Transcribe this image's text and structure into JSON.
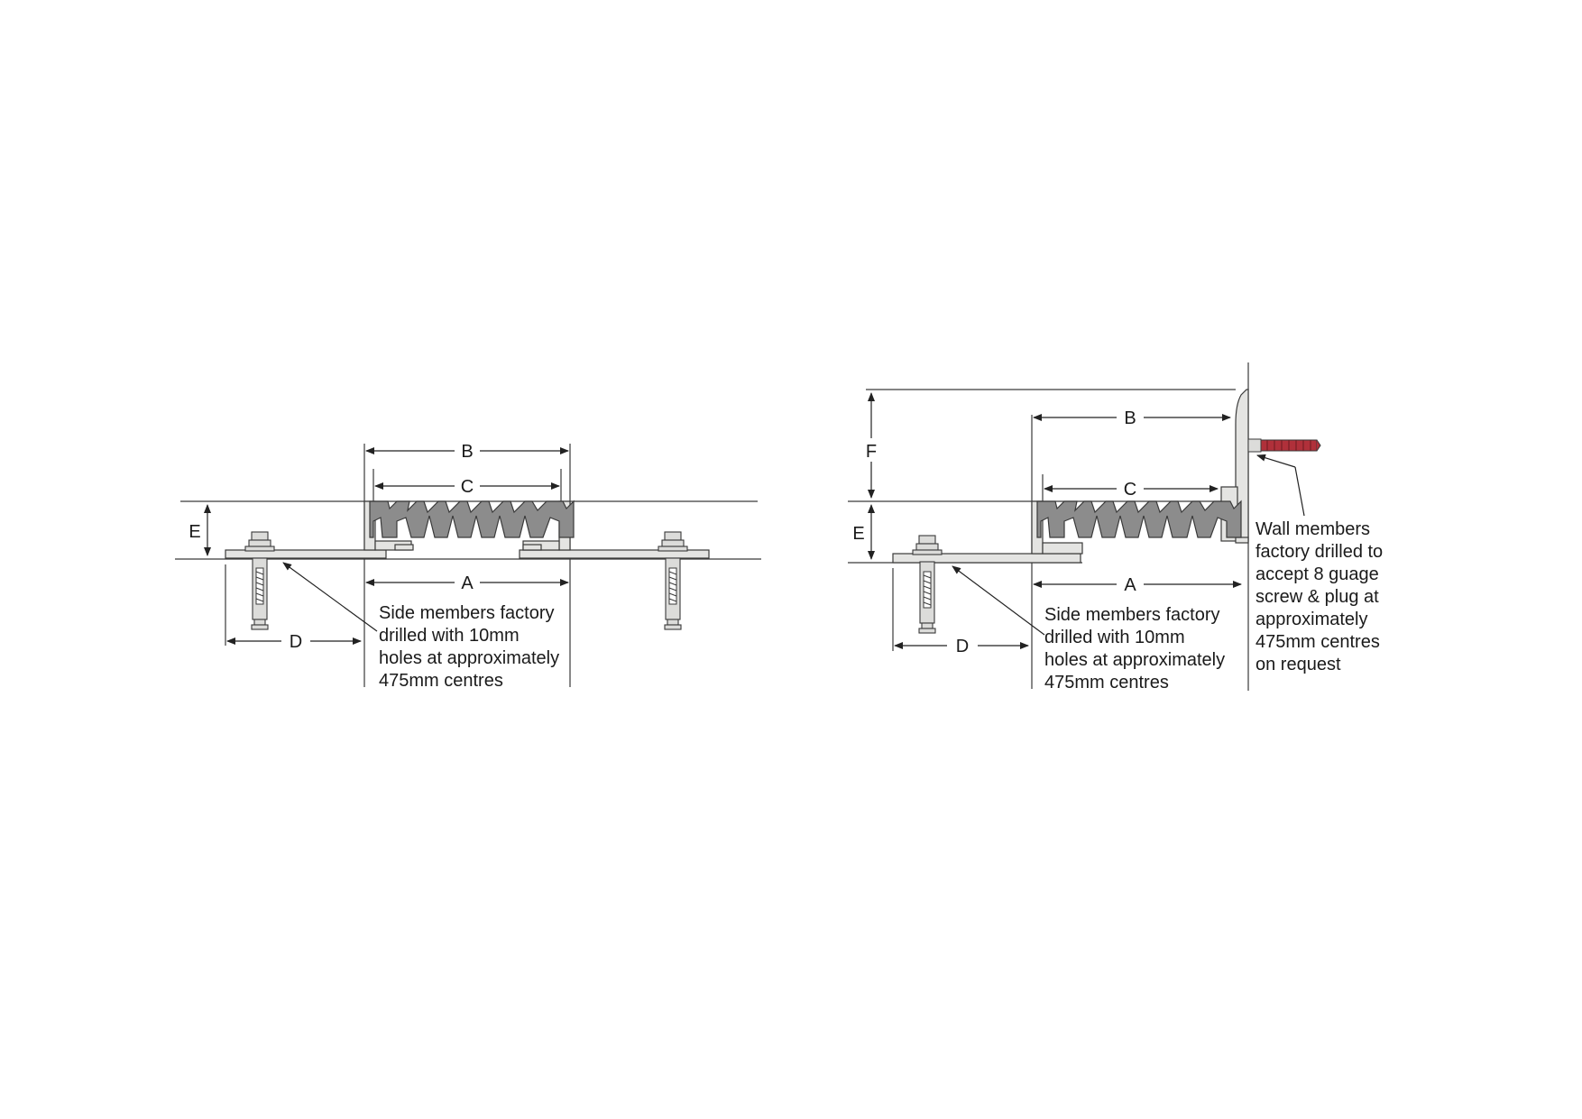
{
  "left_diagram": {
    "labels": {
      "a": "A",
      "b": "B",
      "c": "C",
      "d": "D",
      "e": "E"
    },
    "note_lines": [
      "Side members factory",
      "drilled with 10mm",
      "holes at approximately",
      "475mm centres"
    ]
  },
  "right_diagram": {
    "labels": {
      "a": "A",
      "b": "B",
      "c": "C",
      "d": "D",
      "e": "E",
      "f": "F"
    },
    "side_note_lines": [
      "Side members factory",
      "drilled with 10mm",
      "holes at approximately",
      "475mm centres"
    ],
    "wall_note_lines": [
      "Wall members",
      "factory drilled to",
      "accept 8 guage",
      "screw & plug at",
      "approximately",
      "475mm centres",
      "on request"
    ]
  },
  "colors": {
    "line": "#3a3a3a",
    "metal": "#e4e4e2",
    "rubber": "#8c8c8c",
    "plug": "#b0303a"
  }
}
